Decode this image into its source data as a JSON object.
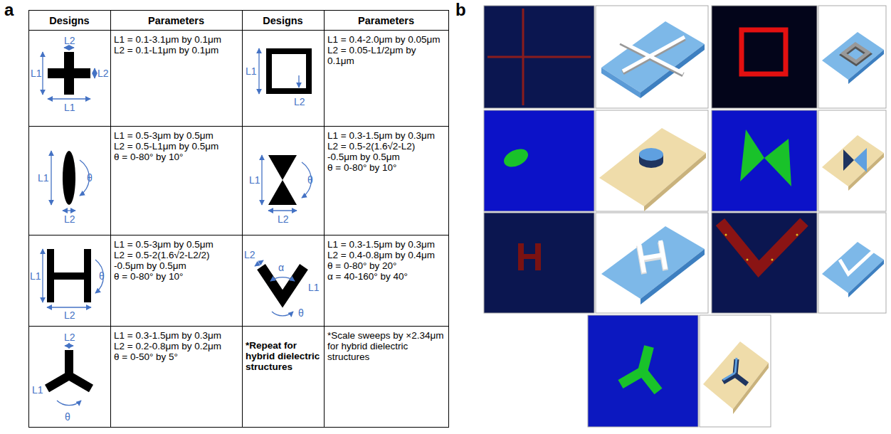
{
  "diagram": {
    "labels": [
      "a",
      "Designs",
      "Parameters",
      "Designs",
      "Parameters",
      "L2",
      "L2",
      "L1",
      "L1",
      "L1 = 0.1-3.1μm by 0.1μm",
      "L2 = 0.1-L1μm by 0.1μm",
      "L1",
      "L2",
      "L1 = 0.4-2.0μm by 0.05μm",
      "L2 = 0.05-L1/2μm by 0.1μm",
      "L1",
      "θ",
      "L2",
      "L1 = 0.5-3μm by 0.5μm",
      "L2 = 0.5-L1μm by 0.5μm",
      "θ = 0-80° by 10°",
      "L1",
      "θ",
      "L2",
      "L1 = 0.3-1.5μm by 0.3μm",
      "L2 = 0.5-2(1.6√2-L2) -0.5μm by 0.5μm",
      "θ = 0-80° by 10°",
      "L1",
      "θ",
      "L2",
      "L1 = 0.5-3μm by 0.5μm",
      "L2 = 0.5-2(1.6√2-L2/2) -0.5μm by 0.5μm",
      "θ = 0-80° by 10°",
      "L2",
      "α",
      "L1",
      "θ",
      "L1 = 0.3-1.5μm by 0.3μm",
      "L2 = 0.4-0.8μm by 0.4μm",
      "θ = 0-80° by 20°",
      "α = 40-160° by 40°",
      "L2",
      "L1",
      "θ",
      "L1 = 0.3-1.5μm by 0.3μm",
      "L2 = 0.2-0.8μm by 0.2μm",
      "θ = 0-50° by 5°",
      "*Repeat for hybrid dielectric structures",
      "*Scale sweeps by ×2.34μm for hybrid dielectric structures",
      "b"
    ]
  }
}
